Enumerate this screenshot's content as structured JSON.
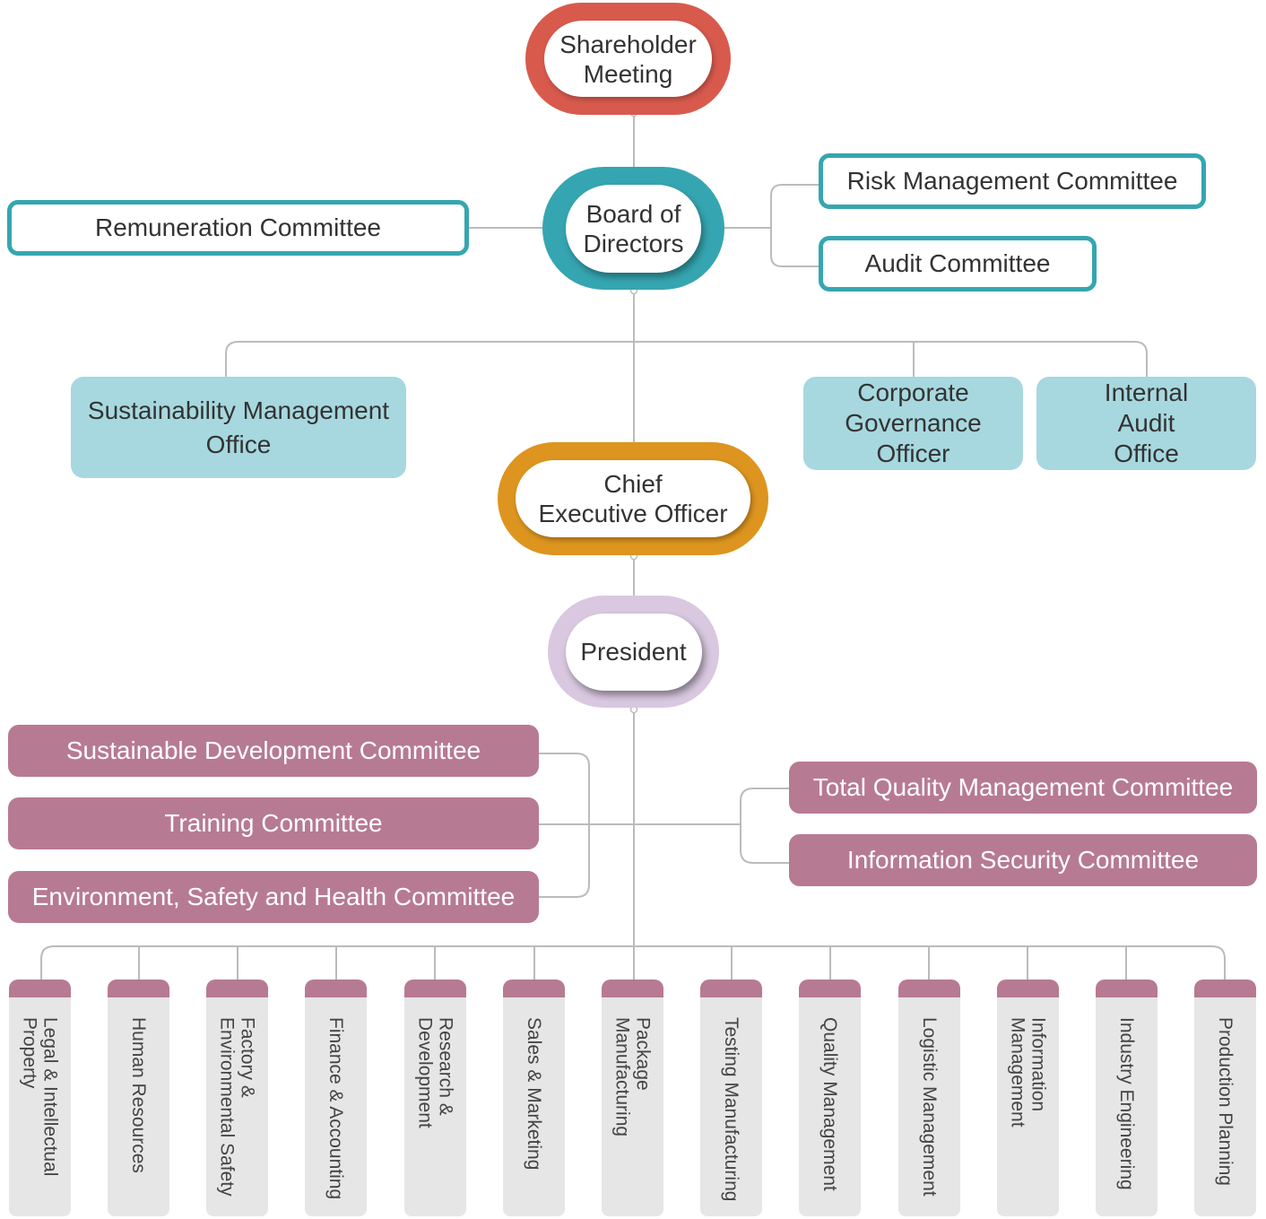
{
  "head": {
    "shareholder": "Shareholder\nMeeting",
    "board": "Board of\nDirectors",
    "ceo": "Chief\nExecutive Officer",
    "president": "President"
  },
  "board_committees": {
    "remuneration": "Remuneration Committee",
    "risk": "Risk Management Committee",
    "audit": "Audit Committee"
  },
  "offices": {
    "sustainability": "Sustainability  Management\nOffice",
    "corporate_governance": "Corporate\nGovernance\nOfficer",
    "internal_audit": "Internal\nAudit\nOffice"
  },
  "president_committees": {
    "sustainable_development": "Sustainable Development Committee",
    "training": "Training Committee",
    "esh": "Environment, Safety and Health Committee",
    "tqm": "Total Quality Management Committee",
    "information_security": "Information Security Committee"
  },
  "departments": [
    "Legal & Intellectual\nProperty",
    "Human Resources",
    "Factory &\nEnvironmental Safety",
    "Finance & Accounting",
    "Research &\nDevelopment",
    "Sales & Marketing",
    "Package\nManufacturing",
    "Testing Manufacturing",
    "Quality Management",
    "Logistic Management",
    "Information\nManagement",
    "Industry Engineering",
    "Production Planning"
  ],
  "colors": {
    "shareholder": "#d85a4d",
    "board": "#35a6b1",
    "office": "#a7d8df",
    "ceo": "#dd951f",
    "president": "#d9c8e0",
    "committee": "#b77a93",
    "department": "#e6e6e6",
    "connector": "#bbbbbb"
  }
}
